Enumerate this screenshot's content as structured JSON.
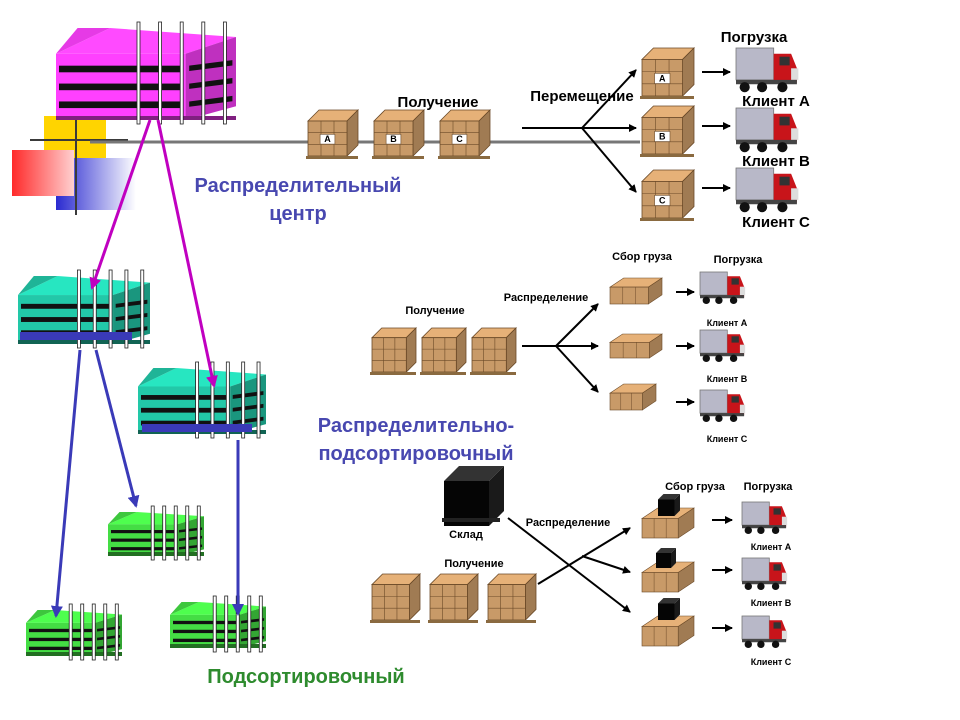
{
  "colors": {
    "dc_title": "#4848b0",
    "dso_title": "#4848b0",
    "so_title": "#2e8b2e",
    "magenta_arrow": "#c000c0",
    "blue_arrow": "#3a3ab8",
    "carton": "#c89a68",
    "truck_red": "#c8141a"
  },
  "titles": {
    "distribution_center_line1": "Распределительный",
    "distribution_center_line2": "центр",
    "dso_line1": "Распределительно-",
    "dso_line2": "подсортировочный",
    "sorting": "Подсортировочный"
  },
  "flow1": {
    "receiving": "Получение",
    "moving": "Перемещение",
    "loading": "Погрузка",
    "boxes": [
      "A",
      "B",
      "C"
    ],
    "clients": [
      "Клиент A",
      "Клиент B",
      "Клиент C"
    ]
  },
  "flow2": {
    "receiving": "Получение",
    "distribution": "Распределение",
    "assembly": "Сбор груза",
    "loading": "Погрузка",
    "clients": [
      "Клиент A",
      "Клиент B",
      "Клиент C"
    ]
  },
  "flow3": {
    "warehouse": "Склад",
    "receiving": "Получение",
    "distribution": "Распределение",
    "assembly": "Сбор груза",
    "loading": "Погрузка",
    "clients": [
      "Клиент A",
      "Клиент B",
      "Клиент C"
    ]
  }
}
